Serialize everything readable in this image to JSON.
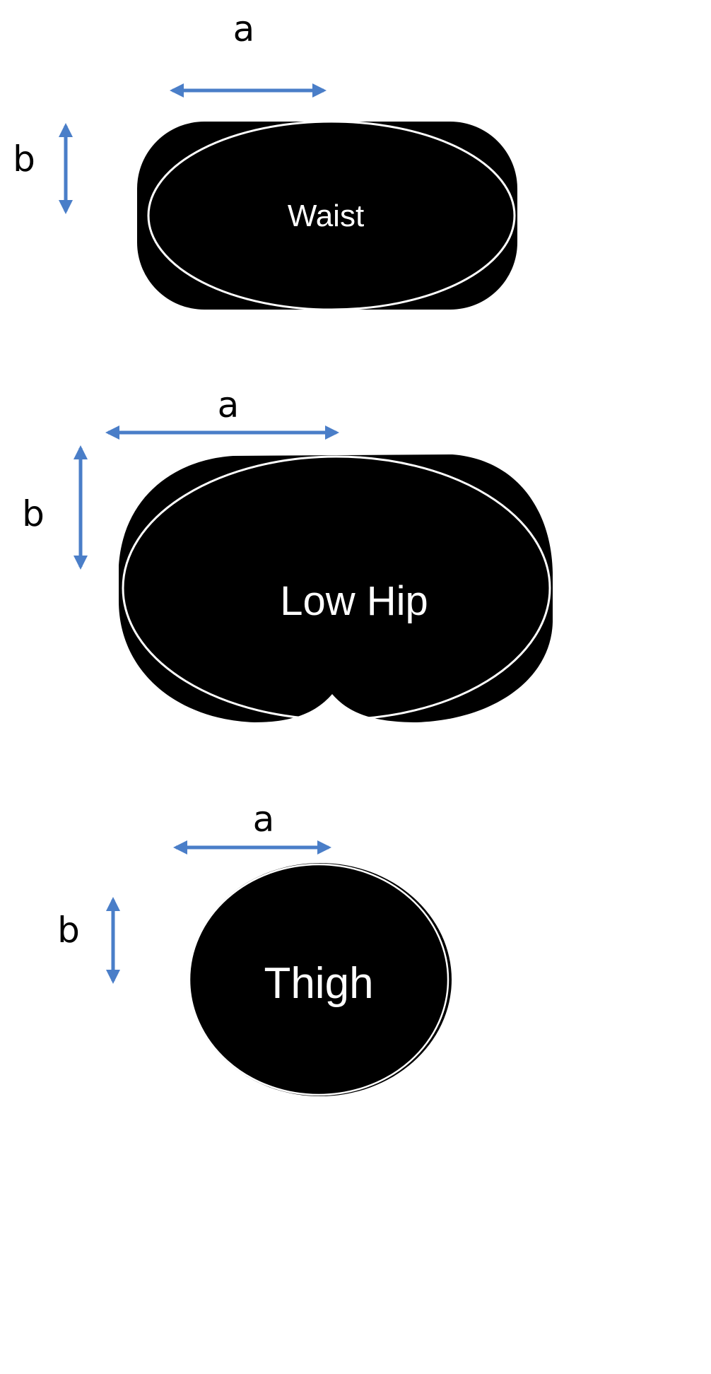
{
  "colors": {
    "shape_fill": "#000000",
    "outline": "#ffffff",
    "arrow": "#4a7ec8",
    "label": "#000000"
  },
  "sections": [
    {
      "name": "Waist",
      "axis_a": "a",
      "axis_b": "b"
    },
    {
      "name": "Low Hip",
      "axis_a": "a",
      "axis_b": "b"
    },
    {
      "name": "Thigh",
      "axis_a": "a",
      "axis_b": "b"
    }
  ]
}
